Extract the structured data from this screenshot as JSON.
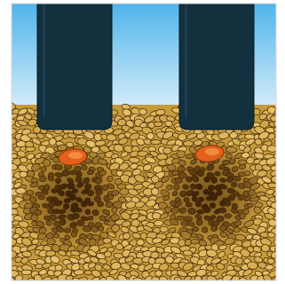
{
  "scene": {
    "colors": {
      "sky_top": "#4fb4ea",
      "sky_bottom": "#e3f3fc",
      "probe": "#13303f",
      "probe_highlight": "#2a4c5c",
      "soil_base": "#c79a3a",
      "grain_light": "#e6c06a",
      "grain_mid": "#c99b3e",
      "grain_dark": "#6e4410",
      "grain_deep": "#4a2a08",
      "grain_outline": "#3a2406",
      "tip_outer": "#e45f1a",
      "tip_inner": "#f6a04e"
    },
    "elements": [
      "sky",
      "probe-left",
      "probe-right",
      "soil",
      "heated-zone-left",
      "heated-zone-right",
      "probe-tip-left",
      "probe-tip-right"
    ]
  }
}
